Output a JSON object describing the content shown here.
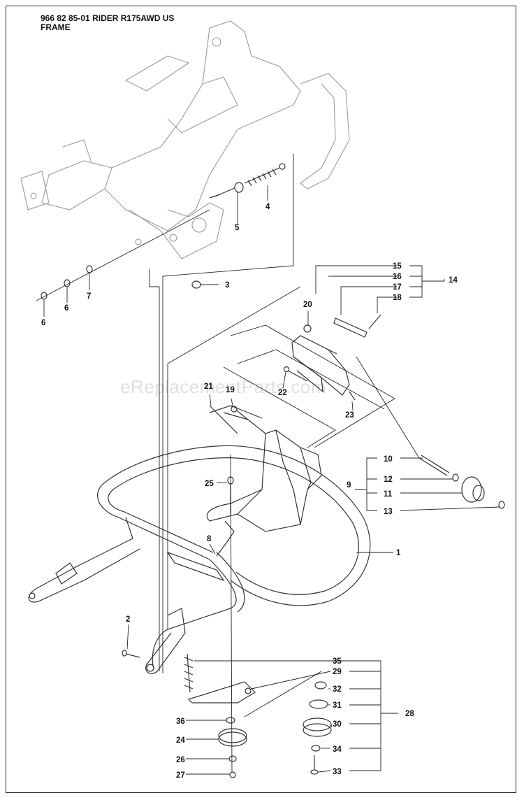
{
  "header": {
    "line1": "966 82 85-01 RIDER R175AWD US",
    "line2": "FRAME"
  },
  "watermark": "eReplacementParts.com",
  "callouts": {
    "c1": "1",
    "c2": "2",
    "c3": "3",
    "c4": "4",
    "c5": "5",
    "c6a": "6",
    "c6b": "6",
    "c7": "7",
    "c8": "8",
    "c9": "9",
    "c10": "10",
    "c11": "11",
    "c12": "12",
    "c13": "13",
    "c14": "14",
    "c15": "15",
    "c16": "16",
    "c17": "17",
    "c18": "18",
    "c19": "19",
    "c20": "20",
    "c21": "21",
    "c22": "22",
    "c23": "23",
    "c24": "24",
    "c25": "25",
    "c26": "26",
    "c27": "27",
    "c28": "28",
    "c29": "29",
    "c30": "30",
    "c31": "31",
    "c32": "32",
    "c33": "33",
    "c34": "34",
    "c35": "35",
    "c36": "36"
  }
}
